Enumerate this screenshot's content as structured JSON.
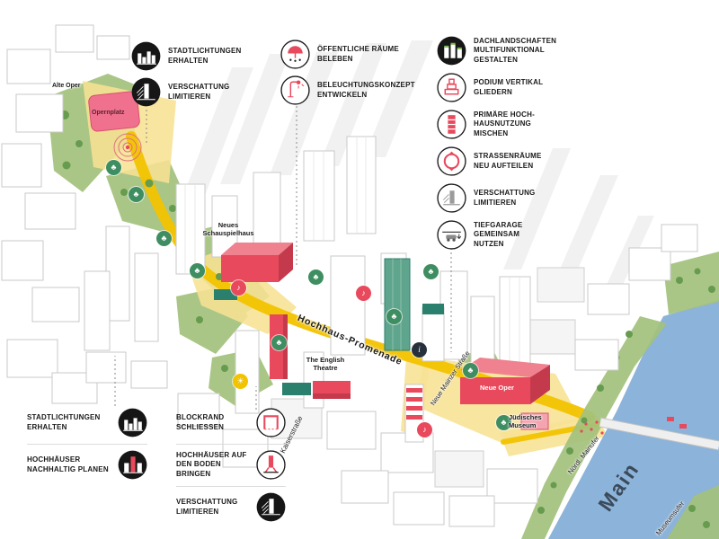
{
  "title": "Hochhaus-Promenade Frankfurt – Rahmenplan Diagramm",
  "colors": {
    "promenade_yellow": "#F2C300",
    "pale_yellow": "#F7E193",
    "accent_red": "#E8495C",
    "dark_red": "#C43A4C",
    "pink": "#F0718E",
    "teal": "#2B7F6D",
    "park_green": "#A3C17C",
    "tree_green": "#679B4F",
    "river_blue": "#8CB3D9",
    "badge_green": "#3E8E62",
    "ink": "#1A1A1A"
  },
  "legend": {
    "top_left": {
      "items": [
        {
          "id": "stadtlichtungen-erhalten",
          "label": "STADTLICHTUNGEN\nERHALTEN",
          "icon": "city-clearing-icon",
          "style": "black"
        },
        {
          "id": "verschattung-limitieren",
          "label": "VERSCHATTUNG\nLIMITIEREN",
          "icon": "shadow-tower-icon",
          "style": "black"
        }
      ]
    },
    "top_center": {
      "items": [
        {
          "id": "oeffentliche-raeume-beleben",
          "label": "ÖFFENTLICHE RÄUME\nBELEBEN",
          "icon": "public-space-icon",
          "style": "white"
        },
        {
          "id": "beleuchtungskonzept-entwickeln",
          "label": "BELEUCHTUNGSKONZEPT\nENTWICKELN",
          "icon": "lighting-concept-icon",
          "style": "white"
        }
      ]
    },
    "top_right": {
      "items": [
        {
          "id": "dachlandschaften",
          "label": "DACHLANDSCHAFTEN\nMULTIFUNKTIONAL\nGESTALTEN",
          "icon": "roofscape-icon",
          "style": "black"
        },
        {
          "id": "podium-vertikal",
          "label": "PODIUM VERTIKAL\nGLIEDERN",
          "icon": "podium-icon",
          "style": "white"
        },
        {
          "id": "hochhausnutzung-mischen",
          "label": "PRIMÄRE HOCH-\nHAUSNUTZUNG\nMISCHEN",
          "icon": "mixed-use-tower-icon",
          "style": "white"
        },
        {
          "id": "strassenraeume",
          "label": "STRASSENRÄUME\nNEU AUFTEILEN",
          "icon": "street-space-icon",
          "style": "white"
        },
        {
          "id": "verschattung-limitieren-2",
          "label": "VERSCHATTUNG\nLIMITIEREN",
          "icon": "shading-limit-icon",
          "style": "white"
        },
        {
          "id": "tiefgarage",
          "label": "TIEFGARAGE\nGEMEINSAM\nNUTZEN",
          "icon": "underground-garage-icon",
          "style": "white"
        }
      ]
    },
    "bottom_left": {
      "items": [
        {
          "id": "stadtlichtungen-erhalten-2",
          "label": "STADTLICHTUNGEN\nERHALTEN",
          "icon": "city-clearing-icon",
          "style": "black"
        },
        {
          "id": "hochhaeuser-nachhaltig",
          "label": "HOCHHÄUSER\nNACHHALTIG PLANEN",
          "icon": "sustainable-tower-icon",
          "style": "black"
        }
      ]
    },
    "bottom_center": {
      "items": [
        {
          "id": "blockrand-schliessen",
          "label": "BLOCKRAND\nSCHLIESSEN",
          "icon": "block-edge-icon",
          "style": "white"
        },
        {
          "id": "hochhaeuser-boden",
          "label": "HOCHHÄUSER AUF\nDEN BODEN BRINGEN",
          "icon": "tower-to-ground-icon",
          "style": "white"
        },
        {
          "id": "verschattung-limitieren-3",
          "label": "VERSCHATTUNG\nLIMITIEREN",
          "icon": "shadow-tower-icon",
          "style": "black"
        }
      ]
    }
  },
  "map": {
    "labels": {
      "alte_oper": "Alte Oper",
      "opernplatz": "Opernplatz",
      "neues_schauspielhaus": "Neues\nSchauspielhaus",
      "english_theatre": "The English\nTheatre",
      "neue_oper": "Neue Oper",
      "juedisches_museum": "Jüdisches\nMuseum",
      "promenade": "Hochhaus-Promenade",
      "kaiserstrasse": "Kaiserstraße",
      "neue_mainzer_strasse": "Neue Mainzer Straße",
      "noerdl_mainufer": "Nördl. Mainufer",
      "main": "Main",
      "museumsufer": "Museumsufer"
    }
  },
  "badges": {
    "icons": {
      "tree": "♣",
      "culture": "♪",
      "sun": "☀",
      "info": "i"
    }
  }
}
